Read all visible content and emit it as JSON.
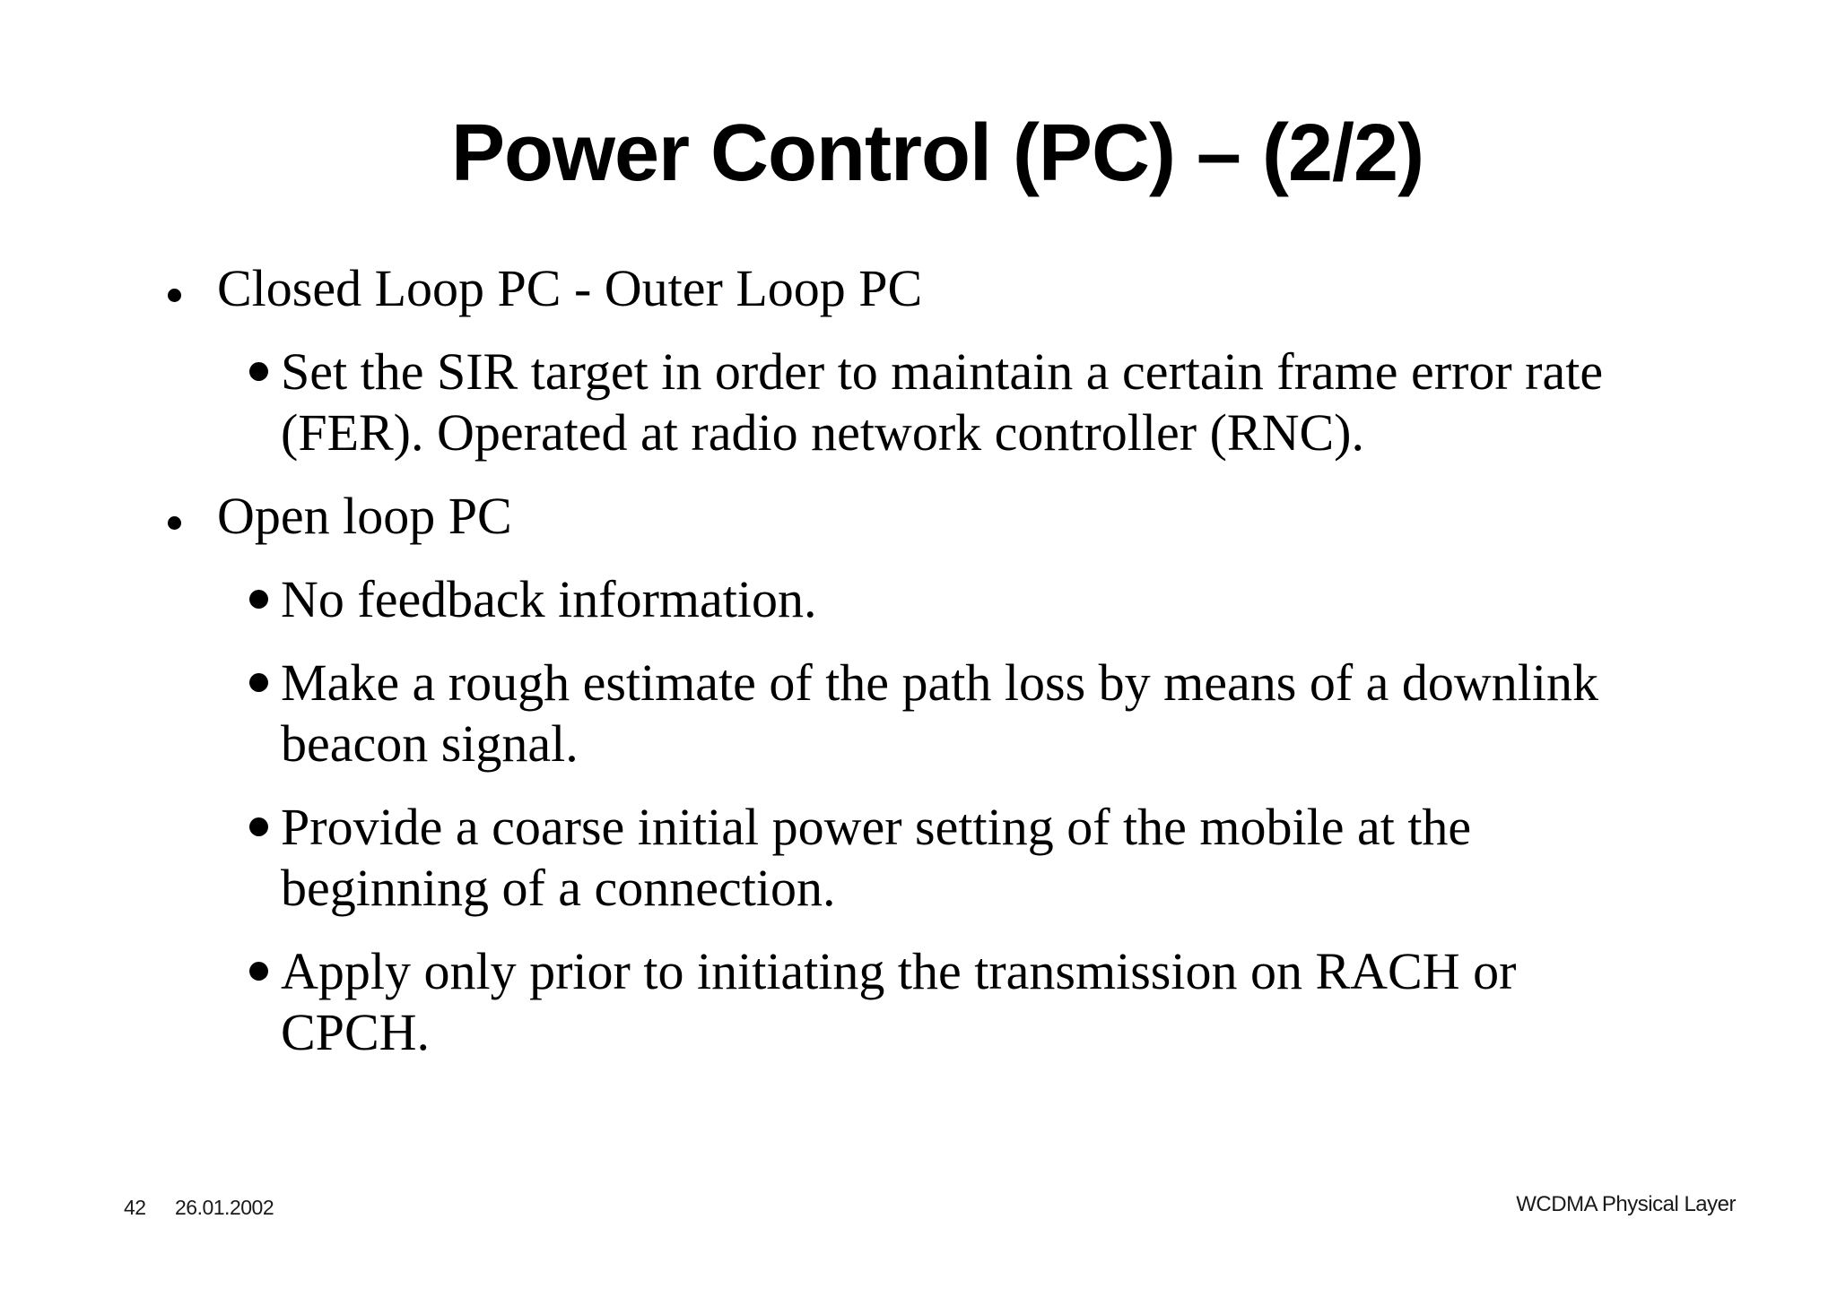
{
  "slide": {
    "title": "Power Control (PC) – (2/2)",
    "bullets": [
      {
        "level": 1,
        "text": "Closed Loop PC - Outer Loop PC",
        "children": [
          {
            "text": "Set the SIR target in order to maintain a certain frame error rate (FER). Operated at radio network controller (RNC)."
          }
        ]
      },
      {
        "level": 1,
        "text": "Open loop PC",
        "children": [
          {
            "text": "No feedback information."
          },
          {
            "text": "Make a rough estimate of the path loss by means of a downlink beacon signal."
          },
          {
            "text": "Provide a coarse initial power setting of the mobile at the beginning of a connection."
          },
          {
            "text": "Apply only prior to initiating the transmission on RACH or CPCH."
          }
        ]
      }
    ],
    "footer": {
      "page_number": "42",
      "date": "26.01.2002",
      "course": "WCDMA Physical Layer"
    },
    "icons": {
      "bullet": "filled-circle-small",
      "sub_bullet": "filled-circle-large"
    },
    "colors": {
      "background": "#ffffff",
      "text": "#000000",
      "footer_text": "#1a1a1a"
    }
  }
}
